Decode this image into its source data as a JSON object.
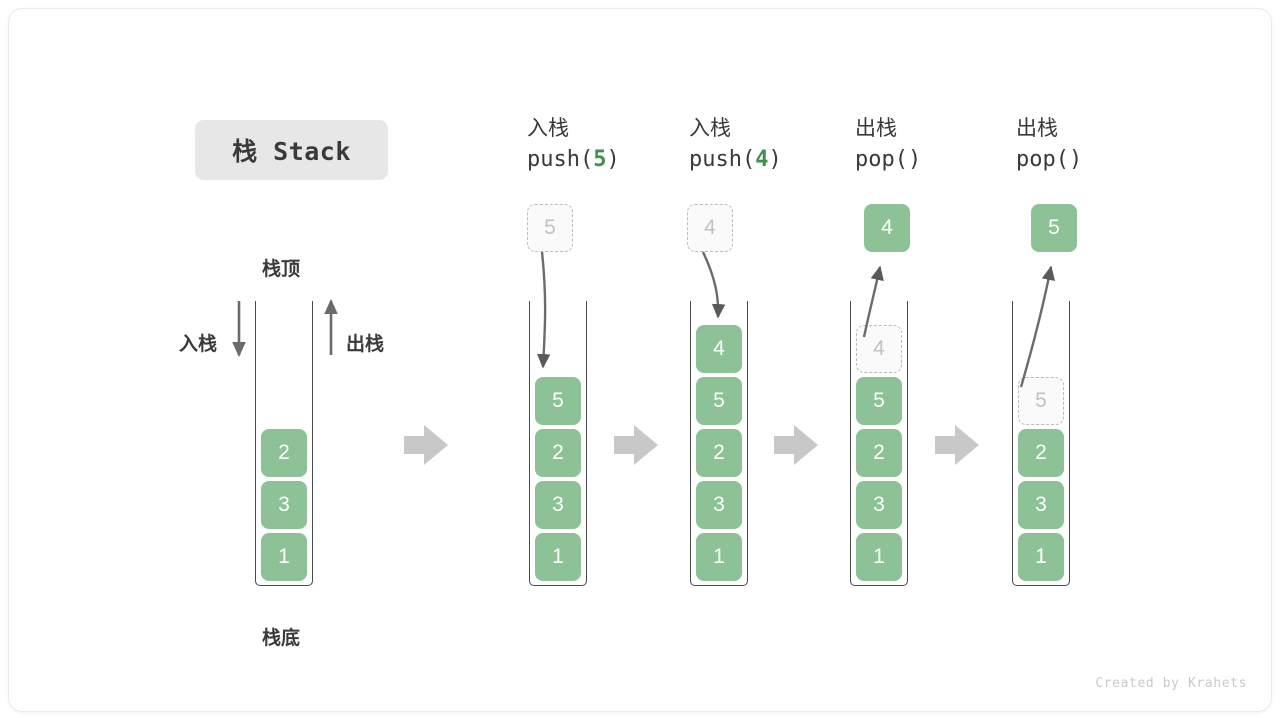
{
  "title": {
    "chip_label": "栈 Stack"
  },
  "labels": {
    "stack_top": "栈顶",
    "stack_bottom": "栈底",
    "push_arrow": "入栈",
    "pop_arrow": "出栈"
  },
  "credit": "Created by Krahets",
  "colors": {
    "element_green": "#8cc295",
    "accent_green_text": "#3f8f4f",
    "ghost_grey": "#c2c2c2",
    "ghost_border": "#bcbcbc",
    "chip_bg": "#e7e7e7",
    "arrow_grey": "#c8c8c8",
    "stroke_dark": "#4a4a4a"
  },
  "columns": [
    {
      "id": "initial",
      "header_cn": "",
      "header_code": "",
      "stack": [
        "2",
        "3",
        "1"
      ],
      "ghost_in_stack": null,
      "float_box": null
    },
    {
      "id": "push-5",
      "header_cn": "入栈",
      "header_code_prefix": "push(",
      "header_code_num": "5",
      "header_code_suffix": ")",
      "stack": [
        "5",
        "2",
        "3",
        "1"
      ],
      "ghost_in_stack": null,
      "float_box": {
        "value": "5",
        "style": "ghost"
      }
    },
    {
      "id": "push-4",
      "header_cn": "入栈",
      "header_code_prefix": "push(",
      "header_code_num": "4",
      "header_code_suffix": ")",
      "stack": [
        "4",
        "5",
        "2",
        "3",
        "1"
      ],
      "ghost_in_stack": null,
      "float_box": {
        "value": "4",
        "style": "ghost"
      }
    },
    {
      "id": "pop-1",
      "header_cn": "出栈",
      "header_code_prefix": "pop(",
      "header_code_num": "",
      "header_code_suffix": ")",
      "stack": [
        "5",
        "2",
        "3",
        "1"
      ],
      "ghost_in_stack": "4",
      "float_box": {
        "value": "4",
        "style": "solid"
      }
    },
    {
      "id": "pop-2",
      "header_cn": "出栈",
      "header_code_prefix": "pop(",
      "header_code_num": "",
      "header_code_suffix": ")",
      "stack": [
        "2",
        "3",
        "1"
      ],
      "ghost_in_stack": "5",
      "float_box": {
        "value": "5",
        "style": "solid"
      }
    }
  ],
  "transition_arrows": 4
}
